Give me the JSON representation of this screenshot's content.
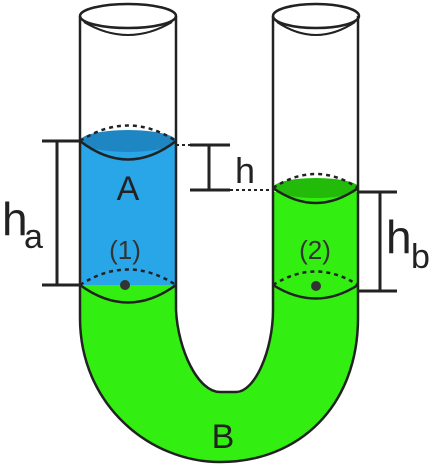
{
  "diagram": {
    "labels": {
      "fluid_a": "A",
      "fluid_b": "B",
      "point_1": "(1)",
      "point_2": "(2)",
      "h": "h",
      "ha_main": "h",
      "ha_sub": "a",
      "hb_main": "h",
      "hb_sub": "b"
    },
    "colors": {
      "fluid_a": "#29a6e8",
      "fluid_a_dark": "#1f86c4",
      "fluid_b": "#33ee11",
      "fluid_b_dark": "#22bb0a",
      "outline": "#222222",
      "background": "#ffffff"
    }
  }
}
